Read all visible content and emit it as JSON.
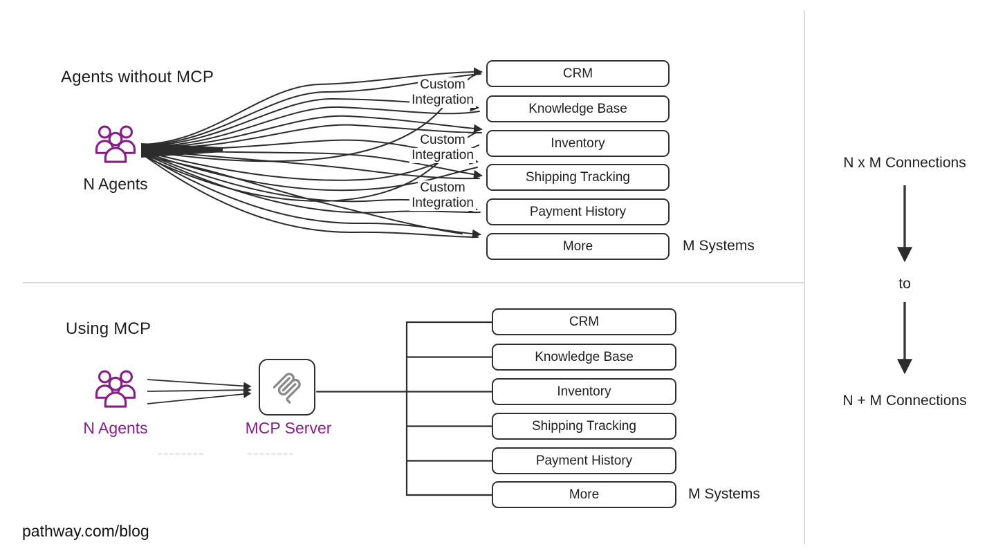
{
  "top_section": {
    "title": "Agents without MCP",
    "agents_label": "N Agents",
    "integration_labels": [
      {
        "line1": "Custom",
        "line2": "Integration"
      },
      {
        "line1": "Custom",
        "line2": "Integration"
      },
      {
        "line1": "Custom",
        "line2": "Integration"
      }
    ],
    "systems": [
      "CRM",
      "Knowledge Base",
      "Inventory",
      "Shipping Tracking",
      "Payment History",
      "More"
    ],
    "systems_label": "M Systems"
  },
  "bottom_section": {
    "title": "Using MCP",
    "agents_label": "N Agents",
    "server_label": "MCP Server",
    "systems": [
      "CRM",
      "Knowledge Base",
      "Inventory",
      "Shipping Tracking",
      "Payment History",
      "More"
    ],
    "systems_label": "M Systems"
  },
  "right_panel": {
    "top_label": "N x M Connections",
    "transition_label": "to",
    "bottom_label": "N + M Connections"
  },
  "footer": {
    "url": "pathway.com/blog"
  },
  "colors": {
    "accent_purple": "#851f85",
    "line_dark": "#2c2c2c",
    "divider_beige": "#dddcd2",
    "mcp_logo_gray": "#8a8a8a"
  }
}
